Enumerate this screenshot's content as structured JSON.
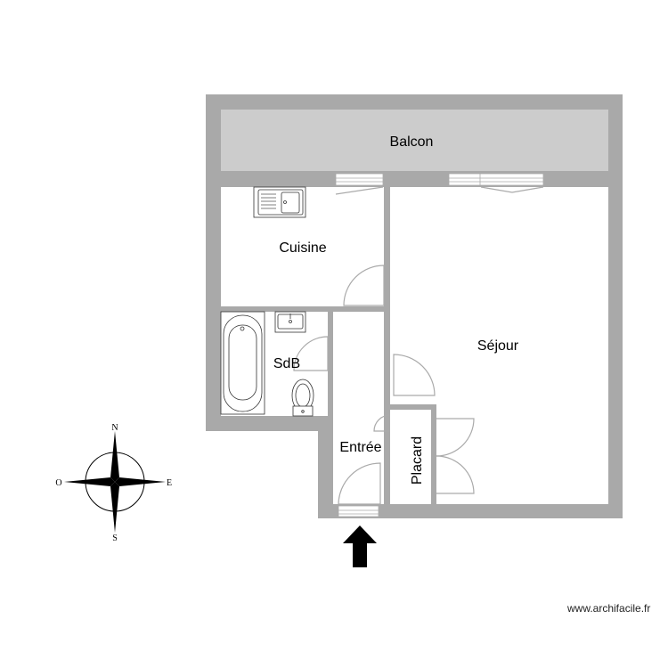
{
  "plan": {
    "rooms": [
      {
        "id": "balcon",
        "label": "Balcon"
      },
      {
        "id": "cuisine",
        "label": "Cuisine"
      },
      {
        "id": "sdb",
        "label": "SdB"
      },
      {
        "id": "sejour",
        "label": "Séjour"
      },
      {
        "id": "entree",
        "label": "Entrée"
      },
      {
        "id": "placard",
        "label": "Placard"
      }
    ],
    "colors": {
      "wall": "#a9a9a9",
      "balcony": "#cccccc",
      "fixture": "#333333",
      "door": "#aaaaaa"
    }
  },
  "compass": {
    "n": "N",
    "s": "S",
    "e": "E",
    "o": "O"
  },
  "entry_arrow": "entrance-arrow",
  "credit": "www.archifacile.fr"
}
